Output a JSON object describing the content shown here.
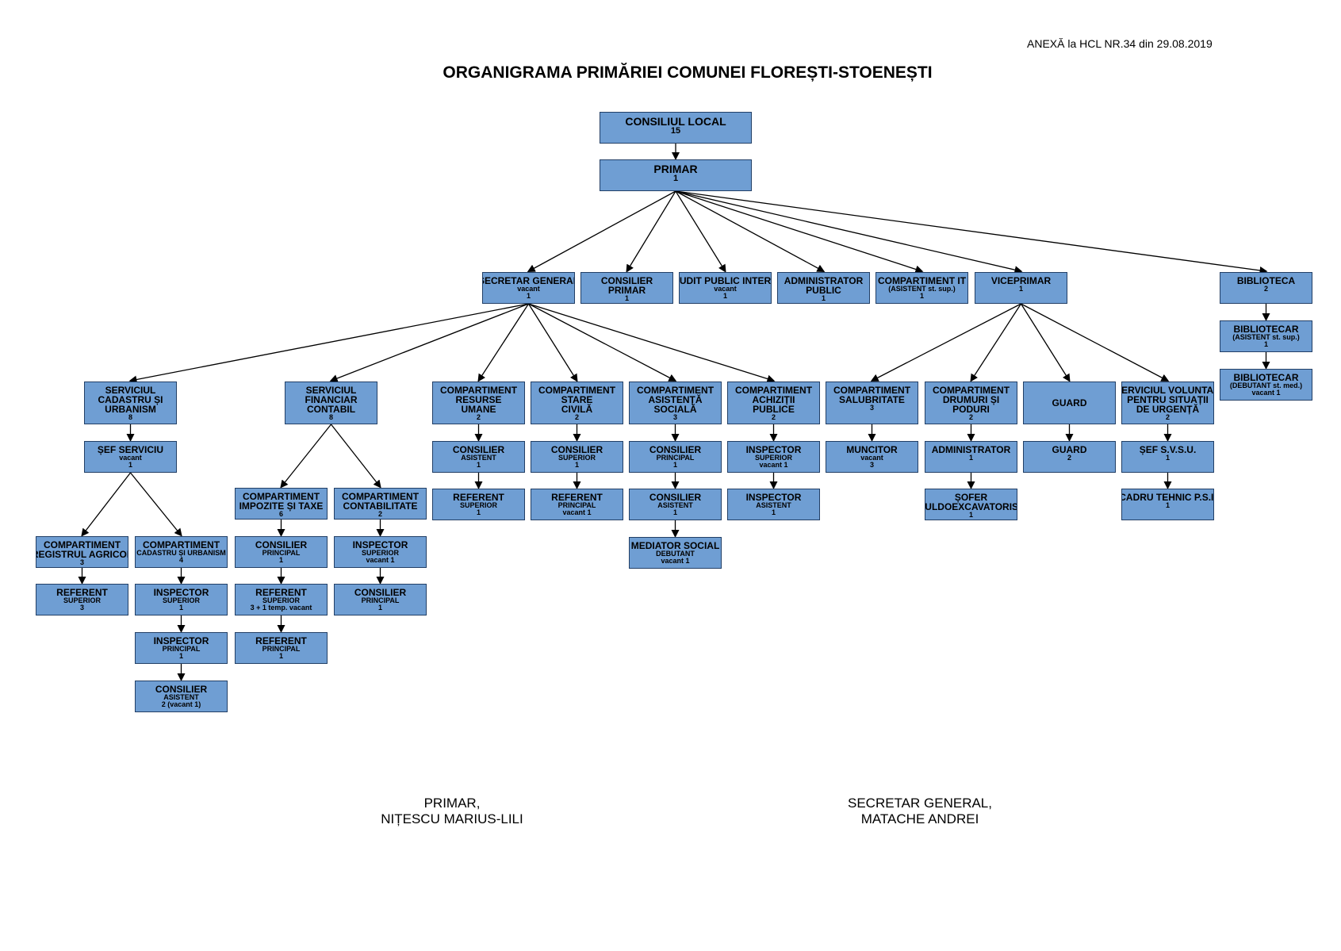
{
  "header": {
    "annex": "ANEXĂ la HCL NR.34 din 29.08.2019",
    "title": "ORGANIGRAMA PRIMĂRIEI COMUNEI FLOREȘTI-STOENEȘTI"
  },
  "nodes": [
    {
      "id": "consiliu-local",
      "label": [
        "CONSILIUL LOCAL"
      ],
      "sub": [
        "15"
      ],
      "icon": "org-box"
    },
    {
      "id": "primar",
      "label": [
        "PRIMAR"
      ],
      "sub": [
        "1"
      ],
      "icon": "org-box"
    },
    {
      "id": "secretar-general",
      "label": [
        "SECRETAR GENERAL"
      ],
      "sub": [
        "vacant",
        "1"
      ],
      "icon": "org-box"
    },
    {
      "id": "consilier-primar",
      "label": [
        "CONSILIER",
        "PRIMAR"
      ],
      "sub": [
        "1"
      ],
      "icon": "org-box"
    },
    {
      "id": "audit-public-intern",
      "label": [
        "AUDIT PUBLIC INTERN"
      ],
      "sub": [
        "vacant",
        "1"
      ],
      "icon": "org-box"
    },
    {
      "id": "administrator-public",
      "label": [
        "ADMINISTRATOR",
        "PUBLIC"
      ],
      "sub": [
        "1"
      ],
      "icon": "org-box"
    },
    {
      "id": "compartiment-it",
      "label": [
        "COMPARTIMENT IT"
      ],
      "sub": [
        "(ASISTENT st. sup.)",
        "1"
      ],
      "icon": "org-box"
    },
    {
      "id": "viceprimar",
      "label": [
        "VICEPRIMAR"
      ],
      "sub": [
        "1"
      ],
      "icon": "org-box"
    },
    {
      "id": "biblioteca",
      "label": [
        "BIBLIOTECA"
      ],
      "sub": [
        "2"
      ],
      "icon": "org-box"
    },
    {
      "id": "bibliotecar-1",
      "label": [
        "BIBLIOTECAR"
      ],
      "sub": [
        "(ASISTENT st. sup.)",
        "1"
      ],
      "icon": "org-box"
    },
    {
      "id": "bibliotecar-2",
      "label": [
        "BIBLIOTECAR"
      ],
      "sub": [
        "(DEBUTANT st. med.)",
        "vacant 1"
      ],
      "icon": "org-box"
    },
    {
      "id": "serviciul-cadastru",
      "label": [
        "SERVICIUL",
        "CADASTRU ȘI",
        "URBANISM"
      ],
      "sub": [
        "8"
      ],
      "icon": "org-box"
    },
    {
      "id": "sef-serviciu",
      "label": [
        "ȘEF SERVICIU"
      ],
      "sub": [
        "vacant",
        "1"
      ],
      "icon": "org-box"
    },
    {
      "id": "comp-registrul-agricol",
      "label": [
        "COMPARTIMENT",
        "REGISTRUL AGRICOL"
      ],
      "sub": [
        "3"
      ],
      "icon": "org-box"
    },
    {
      "id": "referent-superior-ra",
      "label": [
        "REFERENT"
      ],
      "sub": [
        "SUPERIOR",
        "3"
      ],
      "icon": "org-box"
    },
    {
      "id": "comp-cadastru-urbanism",
      "label": [
        "COMPARTIMENT"
      ],
      "sub": [
        "CADASTRU ȘI URBANISM",
        "4"
      ],
      "icon": "org-box"
    },
    {
      "id": "inspector-superior-cu",
      "label": [
        "INSPECTOR"
      ],
      "sub": [
        "SUPERIOR",
        "1"
      ],
      "icon": "org-box"
    },
    {
      "id": "inspector-principal-cu",
      "label": [
        "INSPECTOR"
      ],
      "sub": [
        "PRINCIPAL",
        "1"
      ],
      "icon": "org-box"
    },
    {
      "id": "consilier-asistent-cu",
      "label": [
        "CONSILIER"
      ],
      "sub": [
        "ASISTENT",
        "2 (vacant 1)"
      ],
      "icon": "org-box"
    },
    {
      "id": "serviciul-financiar",
      "label": [
        "SERVICIUL",
        "FINANCIAR",
        "CONTABIL"
      ],
      "sub": [
        "8"
      ],
      "icon": "org-box"
    },
    {
      "id": "comp-impozite-taxe",
      "label": [
        "COMPARTIMENT",
        "IMPOZITE ȘI TAXE"
      ],
      "sub": [
        "6"
      ],
      "icon": "org-box"
    },
    {
      "id": "consilier-principal-it",
      "label": [
        "CONSILIER"
      ],
      "sub": [
        "PRINCIPAL",
        "1"
      ],
      "icon": "org-box"
    },
    {
      "id": "referent-superior-it",
      "label": [
        "REFERENT"
      ],
      "sub": [
        "SUPERIOR",
        "3 + 1 temp. vacant"
      ],
      "icon": "org-box"
    },
    {
      "id": "referent-principal-it",
      "label": [
        "REFERENT"
      ],
      "sub": [
        "PRINCIPAL",
        "1"
      ],
      "icon": "org-box"
    },
    {
      "id": "comp-contabilitate",
      "label": [
        "COMPARTIMENT",
        "CONTABILITATE"
      ],
      "sub": [
        "2"
      ],
      "icon": "org-box"
    },
    {
      "id": "inspector-superior-cont",
      "label": [
        "INSPECTOR"
      ],
      "sub": [
        "SUPERIOR",
        "vacant 1"
      ],
      "icon": "org-box"
    },
    {
      "id": "consilier-principal-cont",
      "label": [
        "CONSILIER"
      ],
      "sub": [
        "PRINCIPAL",
        "1"
      ],
      "icon": "org-box"
    },
    {
      "id": "comp-resurse-umane",
      "label": [
        "COMPARTIMENT",
        "RESURSE",
        "UMANE"
      ],
      "sub": [
        "2"
      ],
      "icon": "org-box"
    },
    {
      "id": "consilier-asistent-ru",
      "label": [
        "CONSILIER"
      ],
      "sub": [
        "ASISTENT",
        "1"
      ],
      "icon": "org-box"
    },
    {
      "id": "referent-superior-ru",
      "label": [
        "REFERENT"
      ],
      "sub": [
        "SUPERIOR",
        "1"
      ],
      "icon": "org-box"
    },
    {
      "id": "comp-stare-civila",
      "label": [
        "COMPARTIMENT",
        "STARE",
        "CIVILĂ"
      ],
      "sub": [
        "2"
      ],
      "icon": "org-box"
    },
    {
      "id": "consilier-superior-sc",
      "label": [
        "CONSILIER"
      ],
      "sub": [
        "SUPERIOR",
        "1"
      ],
      "icon": "org-box"
    },
    {
      "id": "referent-principal-sc",
      "label": [
        "REFERENT"
      ],
      "sub": [
        "PRINCIPAL",
        "vacant 1"
      ],
      "icon": "org-box"
    },
    {
      "id": "comp-asistenta-sociala",
      "label": [
        "COMPARTIMENT",
        "ASISTENȚĂ",
        "SOCIALĂ"
      ],
      "sub": [
        "3"
      ],
      "icon": "org-box"
    },
    {
      "id": "consilier-principal-as",
      "label": [
        "CONSILIER"
      ],
      "sub": [
        "PRINCIPAL",
        "1"
      ],
      "icon": "org-box"
    },
    {
      "id": "consilier-asistent-as",
      "label": [
        "CONSILIER"
      ],
      "sub": [
        "ASISTENT",
        "1"
      ],
      "icon": "org-box"
    },
    {
      "id": "mediator-social",
      "label": [
        "MEDIATOR SOCIAL"
      ],
      "sub": [
        "DEBUTANT",
        "vacant 1"
      ],
      "icon": "org-box"
    },
    {
      "id": "comp-achizitii-publice",
      "label": [
        "COMPARTIMENT",
        "ACHIZIȚII",
        "PUBLICE"
      ],
      "sub": [
        "2"
      ],
      "icon": "org-box"
    },
    {
      "id": "inspector-superior-ap",
      "label": [
        "INSPECTOR"
      ],
      "sub": [
        "SUPERIOR",
        "vacant 1"
      ],
      "icon": "org-box"
    },
    {
      "id": "inspector-asistent-ap",
      "label": [
        "INSPECTOR"
      ],
      "sub": [
        "ASISTENT",
        "1"
      ],
      "icon": "org-box"
    },
    {
      "id": "comp-salubritate",
      "label": [
        "COMPARTIMENT",
        "SALUBRITATE"
      ],
      "sub": [
        "3"
      ],
      "icon": "org-box"
    },
    {
      "id": "muncitor",
      "label": [
        "MUNCITOR"
      ],
      "sub": [
        "vacant",
        "3"
      ],
      "icon": "org-box"
    },
    {
      "id": "comp-drumuri-poduri",
      "label": [
        "COMPARTIMENT",
        "DRUMURI ȘI",
        "PODURI"
      ],
      "sub": [
        "2"
      ],
      "icon": "org-box"
    },
    {
      "id": "administrator",
      "label": [
        "ADMINISTRATOR"
      ],
      "sub": [
        "1"
      ],
      "icon": "org-box"
    },
    {
      "id": "sofer-buldoexcavatorist",
      "label": [
        "ȘOFER",
        "BULDOEXCAVATORIST"
      ],
      "sub": [
        "1"
      ],
      "icon": "org-box"
    },
    {
      "id": "guard-1",
      "label": [
        "GUARD"
      ],
      "sub": [],
      "icon": "org-box"
    },
    {
      "id": "guard-2",
      "label": [
        "GUARD"
      ],
      "sub": [
        "2"
      ],
      "icon": "org-box"
    },
    {
      "id": "serviciul-voluntar",
      "label": [
        "SERVICIUL VOLUNTAR",
        "PENTRU SITUAȚII",
        "DE URGENȚĂ"
      ],
      "sub": [
        "2"
      ],
      "icon": "org-box"
    },
    {
      "id": "sef-svsu",
      "label": [
        "ȘEF S.V.S.U."
      ],
      "sub": [
        "1"
      ],
      "icon": "org-box"
    },
    {
      "id": "cadru-tehnic-psi",
      "label": [
        "CADRU TEHNIC P.S.I."
      ],
      "sub": [
        "1"
      ],
      "icon": "org-box"
    }
  ],
  "edges": [
    [
      "consiliu-local",
      "primar"
    ],
    [
      "primar",
      "secretar-general"
    ],
    [
      "primar",
      "consilier-primar"
    ],
    [
      "primar",
      "audit-public-intern"
    ],
    [
      "primar",
      "administrator-public"
    ],
    [
      "primar",
      "compartiment-it"
    ],
    [
      "primar",
      "viceprimar"
    ],
    [
      "primar",
      "biblioteca"
    ],
    [
      "biblioteca",
      "bibliotecar-1"
    ],
    [
      "bibliotecar-1",
      "bibliotecar-2"
    ],
    [
      "secretar-general",
      "serviciul-cadastru"
    ],
    [
      "secretar-general",
      "serviciul-financiar"
    ],
    [
      "secretar-general",
      "comp-resurse-umane"
    ],
    [
      "secretar-general",
      "comp-stare-civila"
    ],
    [
      "secretar-general",
      "comp-asistenta-sociala"
    ],
    [
      "secretar-general",
      "comp-achizitii-publice"
    ],
    [
      "serviciul-cadastru",
      "sef-serviciu"
    ],
    [
      "sef-serviciu",
      "comp-registrul-agricol"
    ],
    [
      "sef-serviciu",
      "comp-cadastru-urbanism"
    ],
    [
      "comp-registrul-agricol",
      "referent-superior-ra"
    ],
    [
      "comp-cadastru-urbanism",
      "inspector-superior-cu"
    ],
    [
      "inspector-superior-cu",
      "inspector-principal-cu"
    ],
    [
      "inspector-principal-cu",
      "consilier-asistent-cu"
    ],
    [
      "serviciul-financiar",
      "comp-impozite-taxe"
    ],
    [
      "serviciul-financiar",
      "comp-contabilitate"
    ],
    [
      "comp-impozite-taxe",
      "consilier-principal-it"
    ],
    [
      "consilier-principal-it",
      "referent-superior-it"
    ],
    [
      "referent-superior-it",
      "referent-principal-it"
    ],
    [
      "comp-contabilitate",
      "inspector-superior-cont"
    ],
    [
      "inspector-superior-cont",
      "consilier-principal-cont"
    ],
    [
      "comp-resurse-umane",
      "consilier-asistent-ru"
    ],
    [
      "consilier-asistent-ru",
      "referent-superior-ru"
    ],
    [
      "comp-stare-civila",
      "consilier-superior-sc"
    ],
    [
      "consilier-superior-sc",
      "referent-principal-sc"
    ],
    [
      "comp-asistenta-sociala",
      "consilier-principal-as"
    ],
    [
      "consilier-principal-as",
      "consilier-asistent-as"
    ],
    [
      "consilier-asistent-as",
      "mediator-social"
    ],
    [
      "comp-achizitii-publice",
      "inspector-superior-ap"
    ],
    [
      "inspector-superior-ap",
      "inspector-asistent-ap"
    ],
    [
      "viceprimar",
      "comp-salubritate"
    ],
    [
      "viceprimar",
      "comp-drumuri-poduri"
    ],
    [
      "viceprimar",
      "guard-1"
    ],
    [
      "viceprimar",
      "serviciul-voluntar"
    ],
    [
      "comp-salubritate",
      "muncitor"
    ],
    [
      "comp-drumuri-poduri",
      "administrator"
    ],
    [
      "administrator",
      "sofer-buldoexcavatorist"
    ],
    [
      "guard-1",
      "guard-2"
    ],
    [
      "serviciul-voluntar",
      "sef-svsu"
    ],
    [
      "sef-svsu",
      "cadru-tehnic-psi"
    ]
  ],
  "signatures": [
    {
      "role": "PRIMAR,",
      "name": "NIȚESCU MARIUS-LILI"
    },
    {
      "role": "SECRETAR GENERAL,",
      "name": "MATACHE ANDREI"
    }
  ],
  "colors": {
    "box_fill": "#6f9ed3",
    "box_border": "#223f66",
    "line": "#000000"
  }
}
